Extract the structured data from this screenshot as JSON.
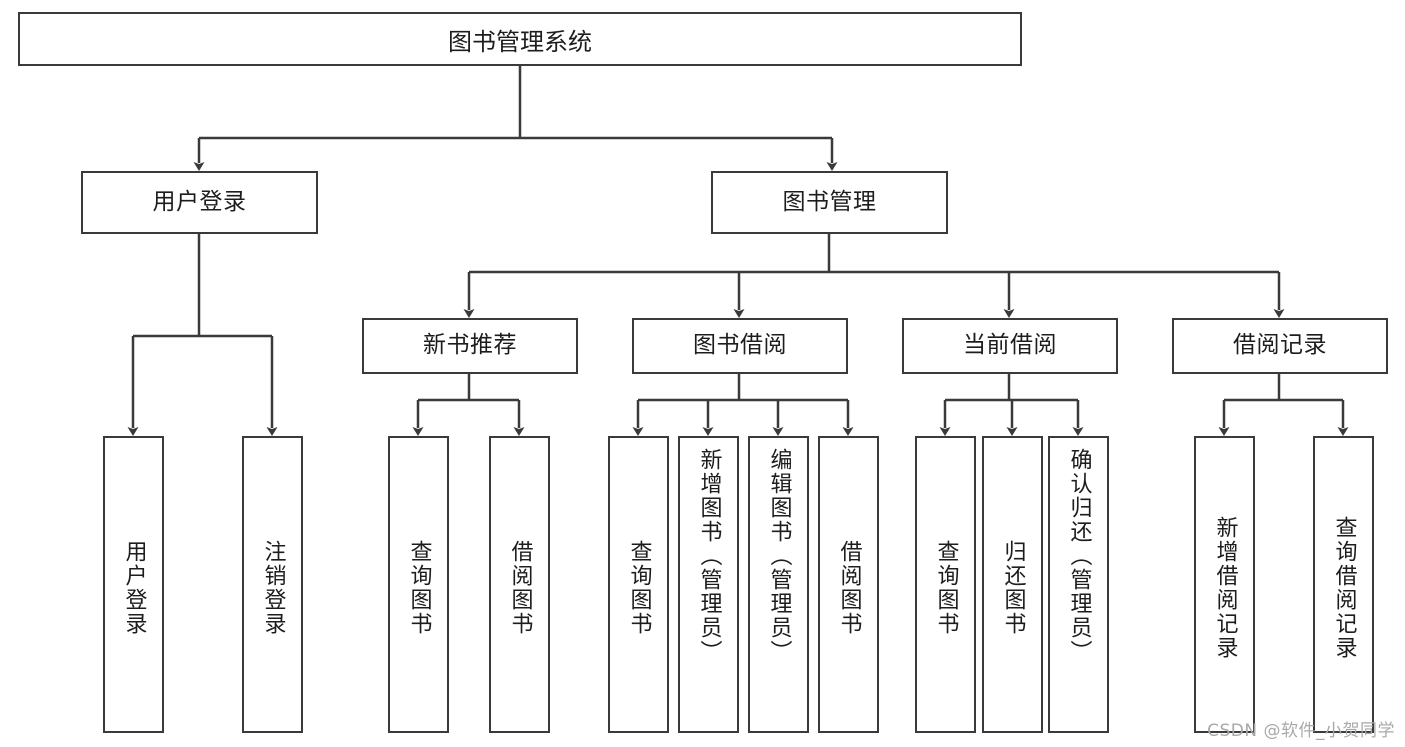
{
  "diagram": {
    "title": "图书管理系统",
    "type": "tree-hierarchy-flowchart",
    "root": {
      "id": "root",
      "label": "图书管理系统"
    },
    "level1": [
      {
        "id": "user-login",
        "label": "用户登录"
      },
      {
        "id": "book-manage",
        "label": "图书管理"
      }
    ],
    "level2": [
      {
        "id": "new-book-recommend",
        "label": "新书推荐",
        "parent": "book-manage"
      },
      {
        "id": "book-borrow",
        "label": "图书借阅",
        "parent": "book-manage"
      },
      {
        "id": "current-borrow",
        "label": "当前借阅",
        "parent": "book-manage"
      },
      {
        "id": "borrow-record",
        "label": "借阅记录",
        "parent": "book-manage"
      }
    ],
    "leaves": [
      {
        "id": "leaf-user-login",
        "label": "用户登录",
        "parent": "user-login"
      },
      {
        "id": "leaf-logout-login",
        "label": "注销登录",
        "parent": "user-login"
      },
      {
        "id": "leaf-query-book-1",
        "label": "查询图书",
        "parent": "new-book-recommend"
      },
      {
        "id": "leaf-borrow-book-1",
        "label": "借阅图书",
        "parent": "new-book-recommend"
      },
      {
        "id": "leaf-query-book-2",
        "label": "查询图书",
        "parent": "book-borrow"
      },
      {
        "id": "leaf-add-book",
        "label": "新增图书（管理员）",
        "parent": "book-borrow"
      },
      {
        "id": "leaf-edit-book",
        "label": "编辑图书（管理员）",
        "parent": "book-borrow"
      },
      {
        "id": "leaf-borrow-book-2",
        "label": "借阅图书",
        "parent": "book-borrow"
      },
      {
        "id": "leaf-query-book-3",
        "label": "查询图书",
        "parent": "current-borrow"
      },
      {
        "id": "leaf-return-book",
        "label": "归还图书",
        "parent": "current-borrow"
      },
      {
        "id": "leaf-confirm-return",
        "label": "确认归还（管理员）",
        "parent": "current-borrow"
      },
      {
        "id": "leaf-add-record",
        "label": "新增借阅记录",
        "parent": "borrow-record"
      },
      {
        "id": "leaf-query-record",
        "label": "查询借阅记录",
        "parent": "borrow-record"
      }
    ],
    "watermark": "CSDN @软件_小贺同学",
    "colors": {
      "stroke": "#3a3a3a",
      "background": "#ffffff",
      "text": "#1d1d1d",
      "watermark": "#a9a9a9"
    }
  }
}
